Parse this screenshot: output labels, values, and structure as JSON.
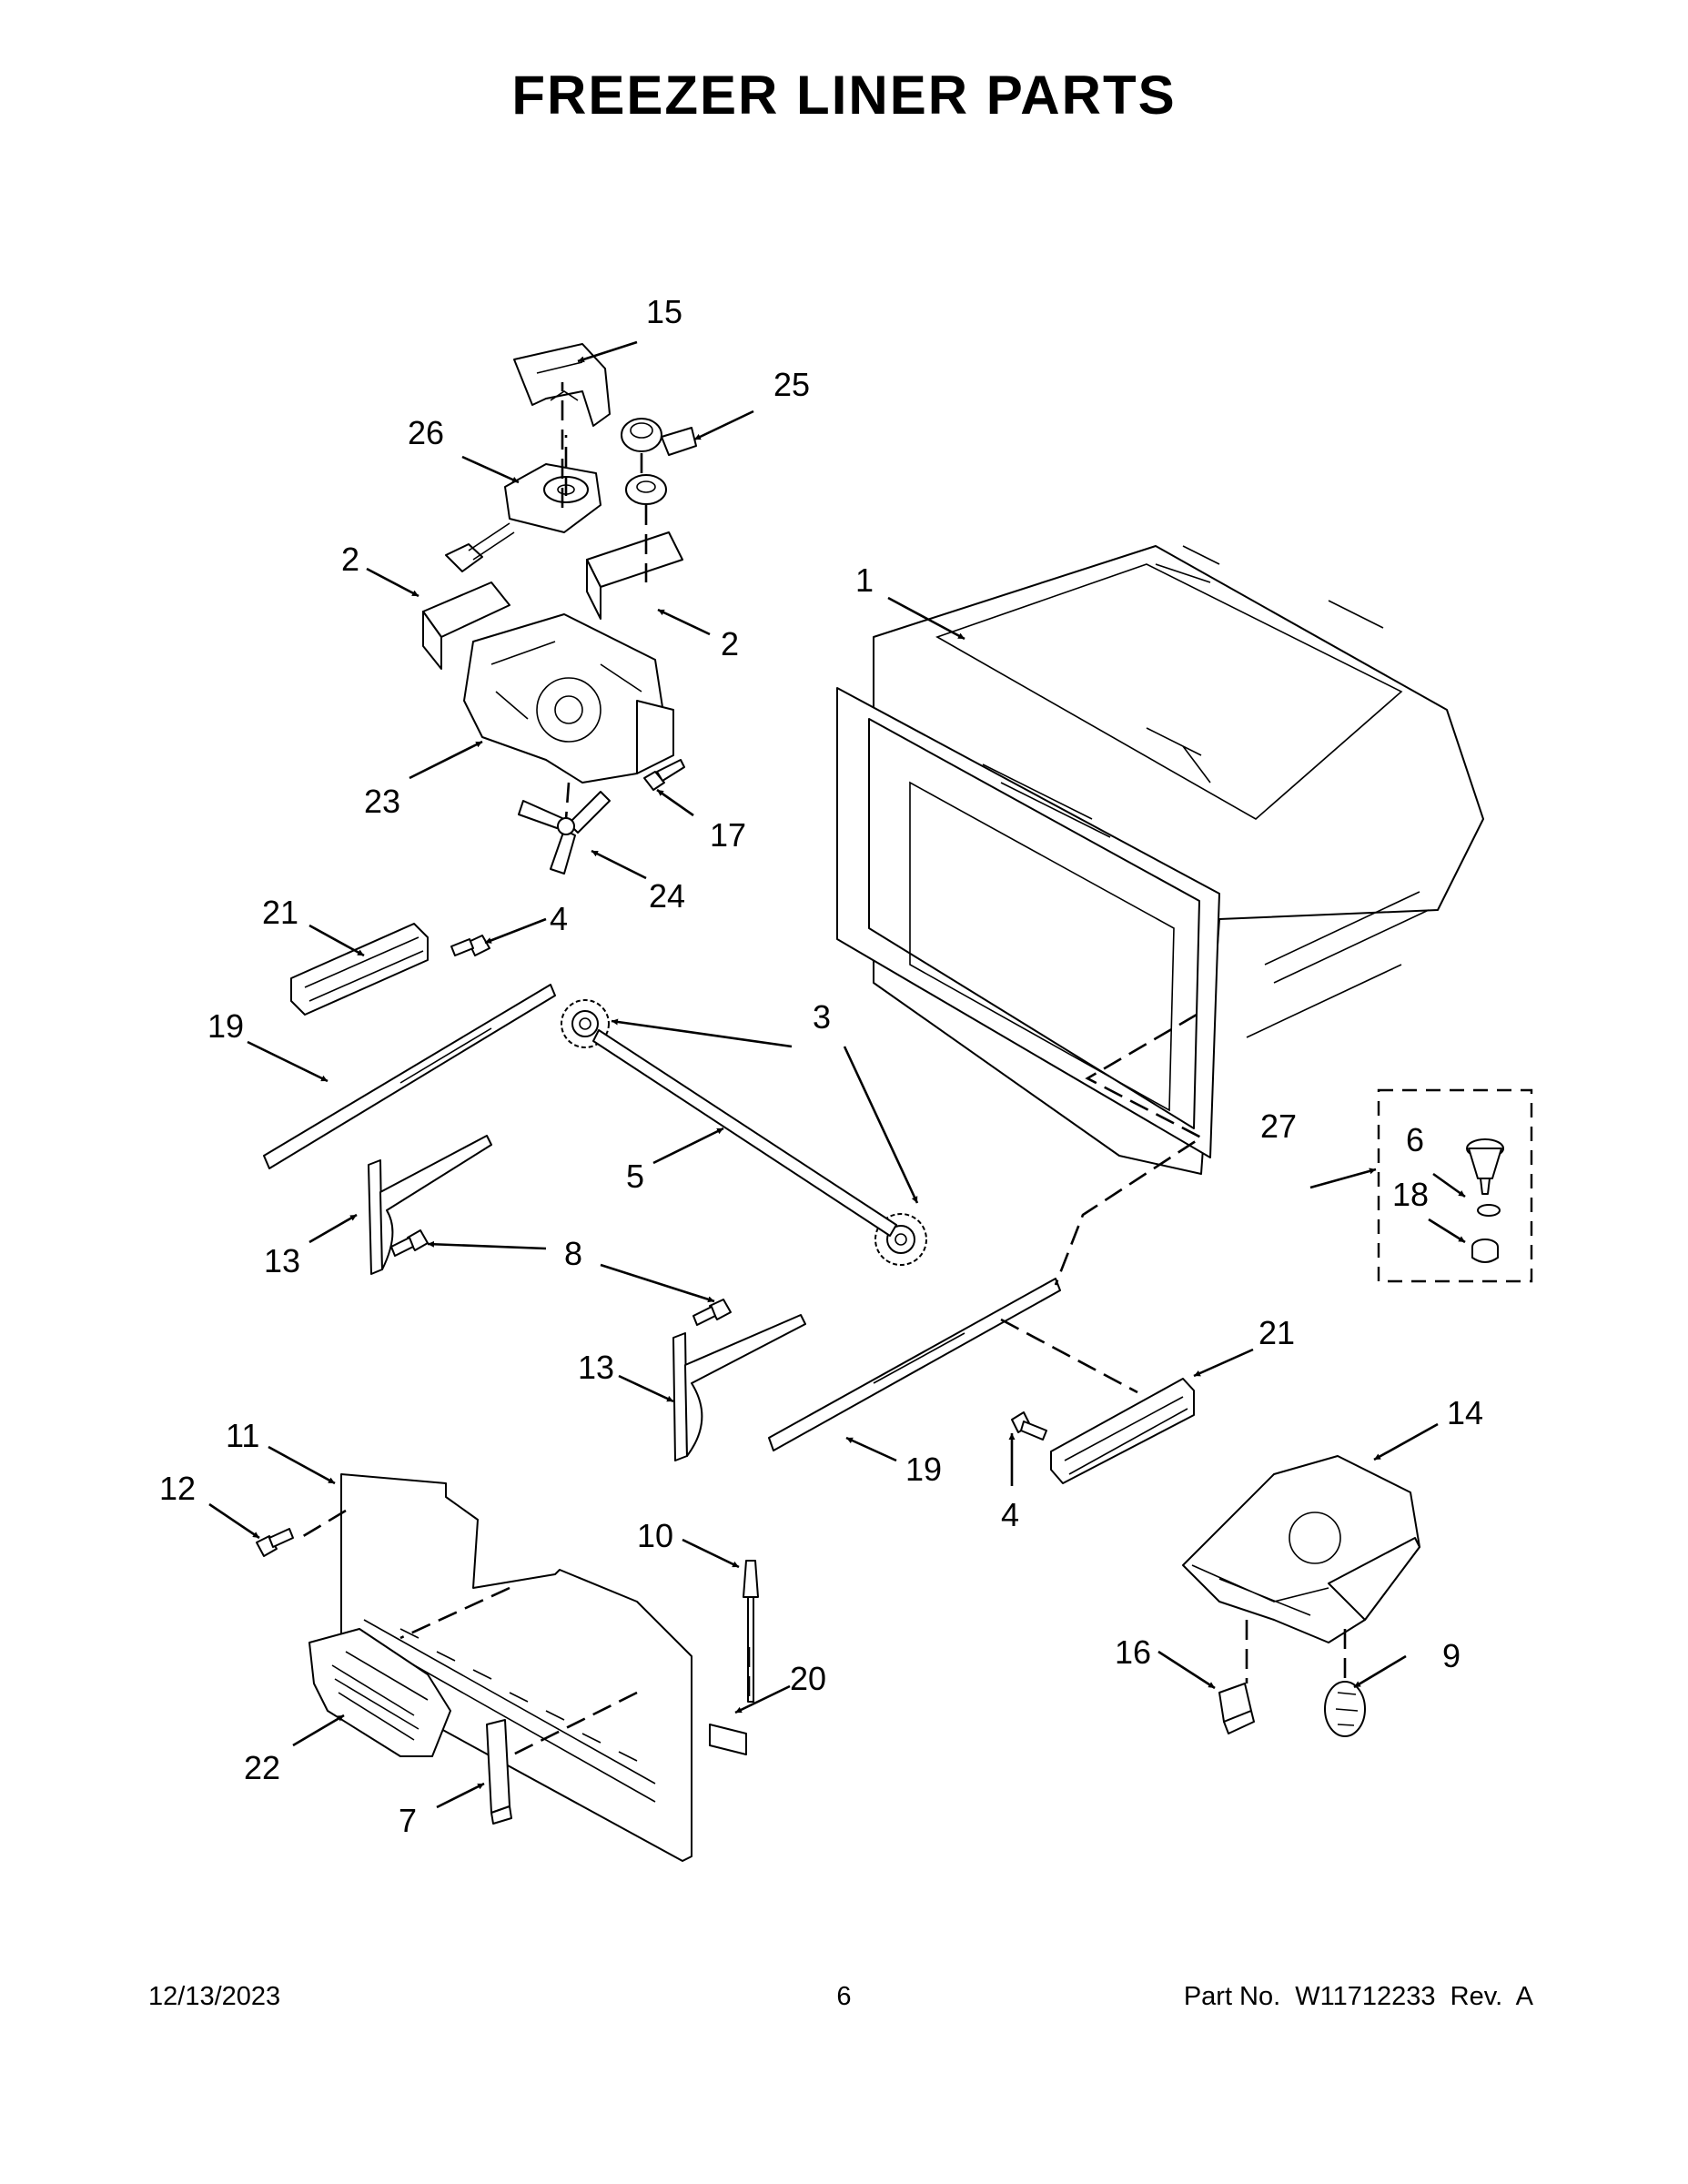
{
  "title": "FREEZER LINER PARTS",
  "footer": {
    "date": "12/13/2023",
    "page": "6",
    "part_number": "Part No.  W11712233  Rev.  A"
  },
  "callouts": {
    "c1": "1",
    "c2a": "2",
    "c2b": "2",
    "c3": "3",
    "c4a": "4",
    "c4b": "4",
    "c5": "5",
    "c6": "6",
    "c7": "7",
    "c8": "8",
    "c9": "9",
    "c10": "10",
    "c11": "11",
    "c12": "12",
    "c13a": "13",
    "c13b": "13",
    "c14": "14",
    "c15": "15",
    "c16": "16",
    "c17": "17",
    "c18": "18",
    "c19a": "19",
    "c19b": "19",
    "c20": "20",
    "c21a": "21",
    "c21b": "21",
    "c22": "22",
    "c23": "23",
    "c24": "24",
    "c25": "25",
    "c26": "26",
    "c27": "27"
  }
}
